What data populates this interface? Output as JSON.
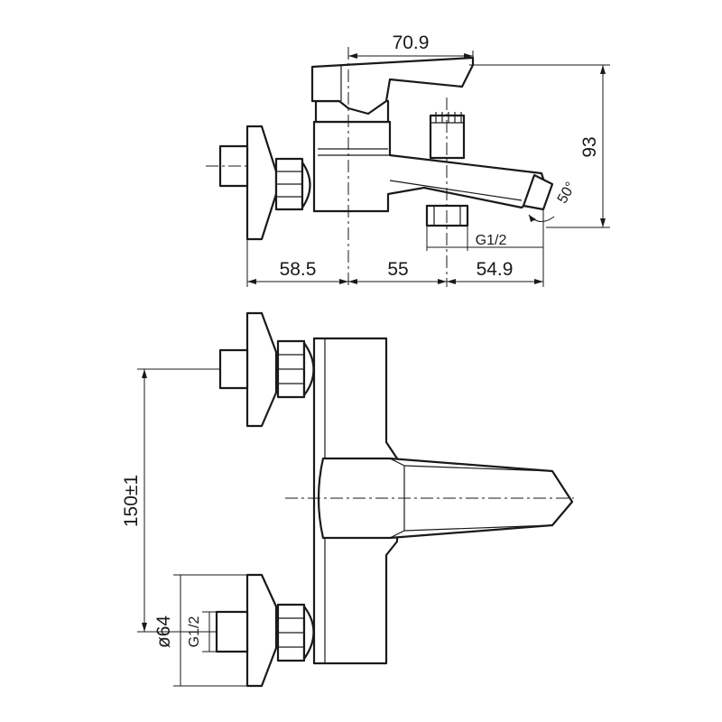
{
  "dimensions": {
    "handle_width": "70.9",
    "total_height": "93",
    "spout_angle": "50°",
    "outlet_thread": "G1/2",
    "wall_to_axis": "58.5",
    "axis_to_outlet": "55",
    "outlet_to_tip": "54.9",
    "inlet_spacing": "150±1",
    "flange_diameter": "ø64",
    "inlet_thread": "G1/2"
  }
}
